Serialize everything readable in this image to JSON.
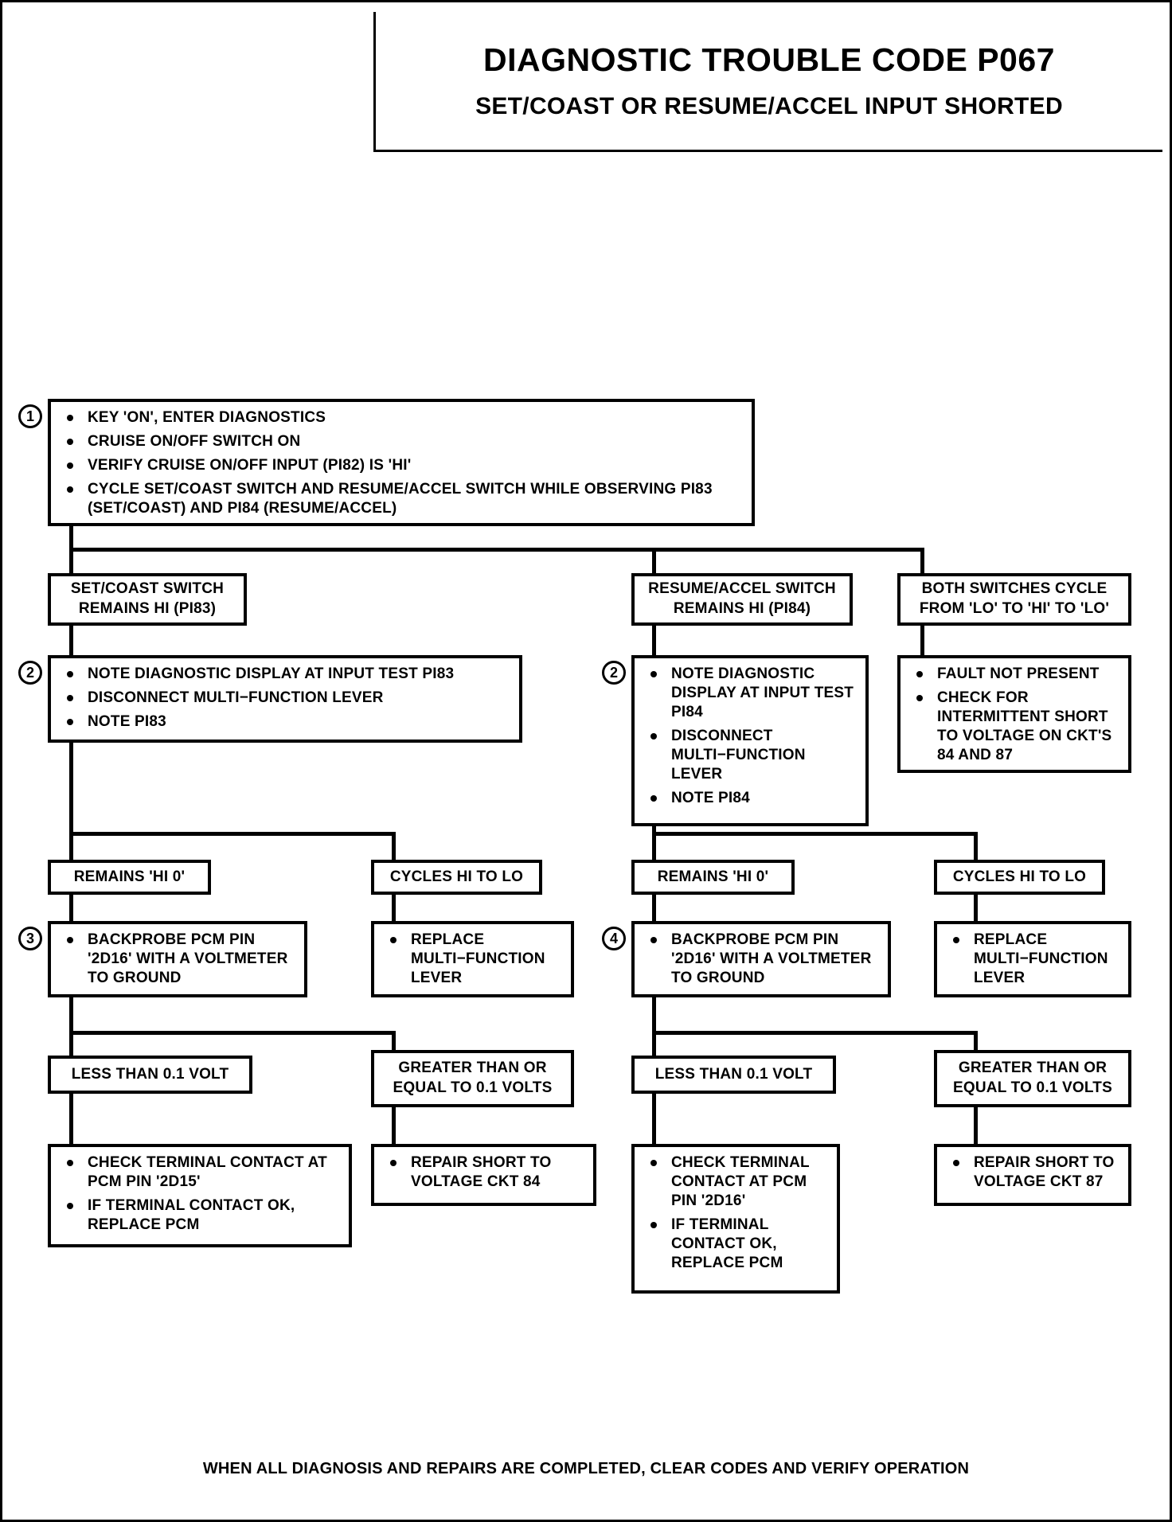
{
  "header": {
    "title": "DIAGNOSTIC TROUBLE CODE P067",
    "subtitle": "SET/COAST OR RESUME/ACCEL INPUT SHORTED"
  },
  "steps": {
    "one": {
      "number": "1",
      "bullets": [
        "KEY 'ON', ENTER DIAGNOSTICS",
        "CRUISE ON/OFF SWITCH ON",
        "VERIFY CRUISE ON/OFF INPUT (PI82) IS 'HI'",
        "CYCLE SET/COAST SWITCH AND RESUME/ACCEL SWITCH WHILE OBSERVING PI83 (SET/COAST) AND PI84 (RESUME/ACCEL)"
      ]
    },
    "two_left": {
      "number": "2",
      "bullets": [
        "NOTE DIAGNOSTIC DISPLAY AT INPUT TEST PI83",
        "DISCONNECT MULTI−FUNCTION LEVER",
        "NOTE PI83"
      ]
    },
    "two_right": {
      "number": "2",
      "bullets": [
        "NOTE DIAGNOSTIC DISPLAY AT INPUT TEST PI84",
        "DISCONNECT MULTI−FUNCTION LEVER",
        "NOTE  PI84"
      ]
    },
    "three": {
      "number": "3",
      "bullets": [
        "BACKPROBE PCM PIN '2D16' WITH A VOLTMETER TO GROUND"
      ]
    },
    "four": {
      "number": "4",
      "bullets": [
        "BACKPROBE PCM PIN '2D16' WITH A VOLTMETER TO GROUND"
      ]
    }
  },
  "branches": {
    "set_coast": {
      "line1": "SET/COAST SWITCH",
      "line2": "REMAINS HI (PI83)"
    },
    "resume_accel": {
      "line1": "RESUME/ACCEL SWITCH",
      "line2": "REMAINS HI (PI84)"
    },
    "both_cycle": {
      "line1": "BOTH SWITCHES CYCLE",
      "line2": "FROM 'LO' TO 'HI' TO 'LO'"
    }
  },
  "no_fault": {
    "bullets": [
      "FAULT NOT PRESENT",
      "CHECK FOR INTERMITTENT SHORT TO VOLTAGE ON CKT'S 84 AND 87"
    ]
  },
  "results": {
    "remains_hi_left": "REMAINS 'HI  0'",
    "cycles_left": "CYCLES HI TO LO",
    "remains_hi_right": "REMAINS 'HI  0'",
    "cycles_right": "CYCLES HI TO LO"
  },
  "replace_lever_left": {
    "bullets": [
      "REPLACE MULTI−FUNCTION LEVER"
    ]
  },
  "replace_lever_right": {
    "bullets": [
      "REPLACE MULTI−FUNCTION LEVER"
    ]
  },
  "voltage": {
    "less_left": "LESS THAN 0.1 VOLT",
    "greater_left": {
      "line1": "GREATER THAN OR",
      "line2": "EQUAL TO 0.1 VOLTS"
    },
    "less_right": "LESS THAN 0.1 VOLT",
    "greater_right": {
      "line1": "GREATER THAN OR",
      "line2": "EQUAL TO 0.1 VOLTS"
    }
  },
  "actions": {
    "check_terminal_left": {
      "bullets": [
        "CHECK TERMINAL CONTACT AT PCM PIN '2D15'",
        "IF TERMINAL CONTACT OK, REPLACE PCM"
      ]
    },
    "repair_short_left": {
      "bullets": [
        "REPAIR SHORT TO VOLTAGE CKT 84"
      ]
    },
    "check_terminal_right": {
      "bullets": [
        "CHECK TERMINAL CONTACT AT PCM PIN '2D16'",
        "IF TERMINAL CONTACT OK, REPLACE PCM"
      ]
    },
    "repair_short_right": {
      "bullets": [
        "REPAIR SHORT TO VOLTAGE CKT 87"
      ]
    }
  },
  "footer": {
    "note": "WHEN ALL DIAGNOSIS AND REPAIRS ARE COMPLETED, CLEAR CODES AND VERIFY OPERATION"
  }
}
